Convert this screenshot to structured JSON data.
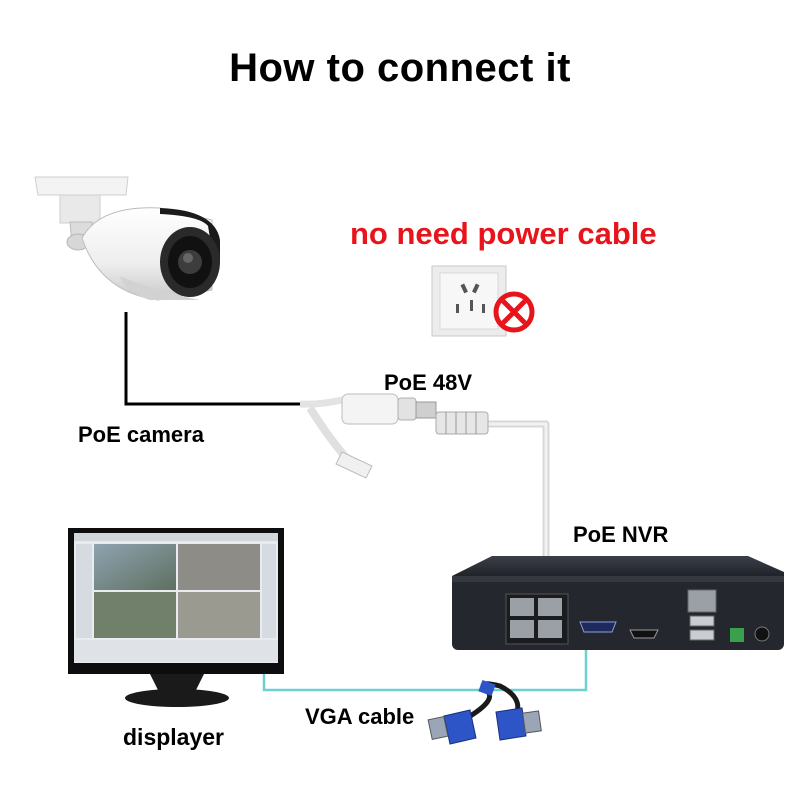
{
  "title": "How to connect it",
  "warning": "no need power cable",
  "labels": {
    "poe_camera": "PoE camera",
    "poe_48v": "PoE 48V",
    "poe_nvr": "PoE NVR",
    "vga_cable": "VGA cable",
    "displayer": "displayer"
  },
  "colors": {
    "warning": "#e8141c",
    "vga_line": "#6fd0cf",
    "camera_line": "#000000",
    "nvr_body": "#24272e",
    "vga_connector": "#2d55c8"
  },
  "icons": [
    "bullet-camera-icon",
    "wall-socket-icon",
    "prohibited-icon",
    "rj45-connector-icon",
    "nvr-device-icon",
    "monitor-icon",
    "vga-connector-icon"
  ]
}
